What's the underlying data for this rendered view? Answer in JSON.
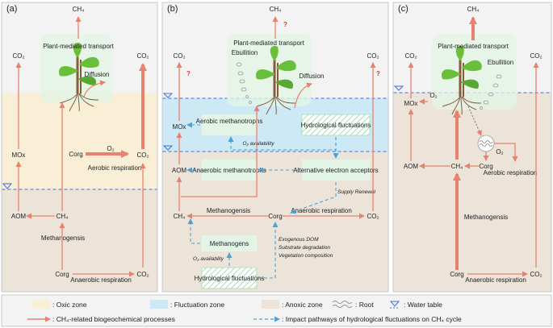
{
  "panels": [
    {
      "label": "(a)"
    },
    {
      "label": "(b)"
    },
    {
      "label": "(c)"
    }
  ],
  "nodes": {
    "ch4": "CH₄",
    "co2": "CO₂",
    "mox": "MOx",
    "aom": "AOM",
    "corg": "Corg",
    "o2": "O₂",
    "plant_transport": "Plant-mediated transport",
    "ebullition": "Ebullition",
    "diffusion": "Diffusion",
    "aerobic_respiration": "Aerobic respiration",
    "anaerobic_respiration": "Anaerobic respiration",
    "methanogensis": "Methanogensis",
    "aerobic_methanotrophs": "Aerobic methanotrophs",
    "anaerobic_methanotrophs": "Anaerobic methanotrophs",
    "hydrological_fluctuations": "Hydrological fluctuations",
    "alternative_electron_acceptors": "Alternative electron acceptors",
    "methanogens": "Methanogens",
    "o2_availability": "O₂ availability",
    "o2_availablity": "O₂ availablity",
    "supply_renewal": "Supply Renewal",
    "exogenous_dom": "Exogenous DOM",
    "substrate_degradation": "Substrate degradation",
    "vegetation_composition": "Vegetation composition",
    "question_mark": "?"
  },
  "legend": {
    "oxic_zone": ": Oxic zone",
    "fluctuation_zone": ": Fluctuation zone",
    "anoxic_zone": ": Anoxic zone",
    "root": ": Root",
    "water_table": ": Water table",
    "processes": ": CH₄-related biogeochemical processes",
    "impact_pathways": ": Impact pathways of hydrological fluctuations on CH₄ cycle"
  },
  "colors": {
    "process_arrow": "#e8826f",
    "impact_arrow": "#4aa3d8",
    "oxic_zone": "#f8efd6",
    "fluctuation_zone": "#cce9f5",
    "anoxic_zone": "#ece3d9",
    "panel_bg": "#f3f3f3",
    "node_box": "#e3f5e6",
    "question_mark": "#d9342b",
    "water_table": "#3f6fd6"
  }
}
